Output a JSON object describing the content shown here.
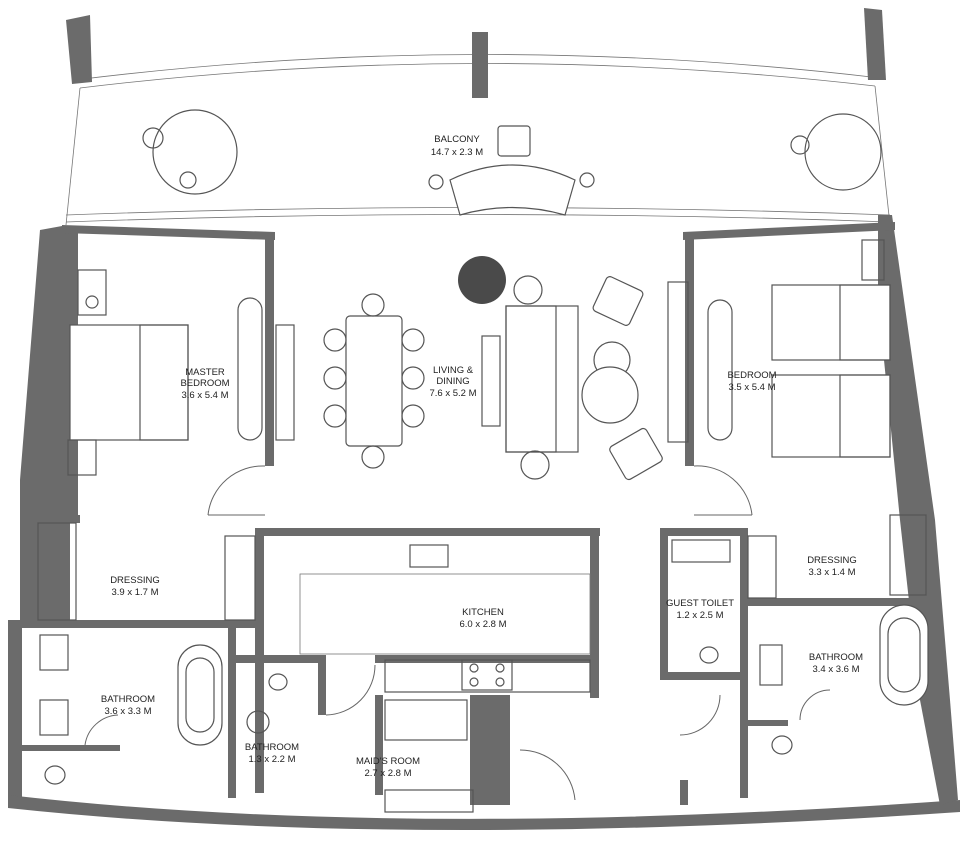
{
  "rooms": {
    "balcony": {
      "name": "BALCONY",
      "size": "14.7 x 2.3 M"
    },
    "master_bedroom": {
      "name_line1": "MASTER",
      "name_line2": "BEDROOM",
      "size": "3.6 x 5.4 M"
    },
    "living_dining": {
      "name_line1": "LIVING &",
      "name_line2": "DINING",
      "size": "7.6 x 5.2 M"
    },
    "bedroom": {
      "name": "BEDROOM",
      "size": "3.5 x 5.4 M"
    },
    "dressing_left": {
      "name": "DRESSING",
      "size": "3.9 x 1.7 M"
    },
    "kitchen": {
      "name": "KITCHEN",
      "size": "6.0 x 2.8 M"
    },
    "guest_toilet": {
      "name": "GUEST TOILET",
      "size": "1.2 x 2.5 M"
    },
    "dressing_right": {
      "name": "DRESSING",
      "size": "3.3 x 1.4 M"
    },
    "bathroom_left": {
      "name": "BATHROOM",
      "size": "3.6 x 3.3 M"
    },
    "bathroom_small": {
      "name": "BATHROOM",
      "size": "1.3 x 2.2 M"
    },
    "maids_room": {
      "name": "MAID'S ROOM",
      "size": "2.7 x 2.8 M"
    },
    "bathroom_right": {
      "name": "BATHROOM",
      "size": "3.4 x 3.6 M"
    }
  },
  "colors": {
    "wall": "#6b6b6b",
    "line": "#555555",
    "dark_round_table": "#4a4a4a"
  }
}
